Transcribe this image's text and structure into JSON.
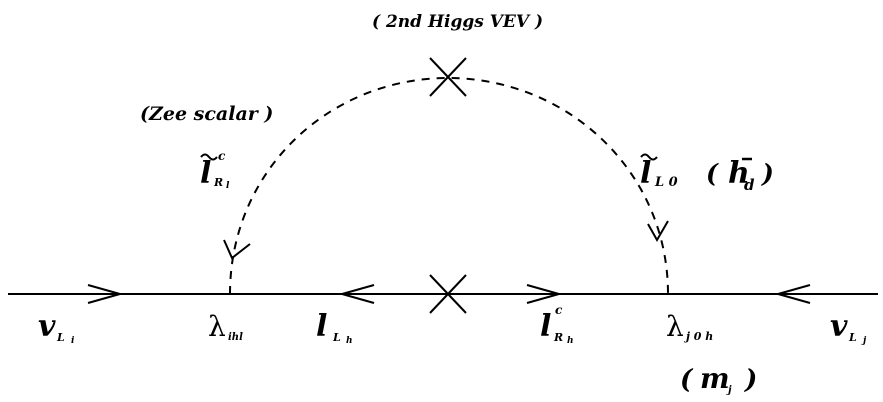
{
  "labels": {
    "vev_note": "( 2nd Higgs VEV )",
    "zee_note": "(Zee scalar )",
    "scalar_left_main": "l",
    "scalar_left_sup": "c",
    "scalar_left_sub": "R",
    "scalar_left_subsub": "l",
    "scalar_right_main": "l",
    "scalar_right_sub": "L 0",
    "hd_open": "(",
    "hd_main": "h",
    "hd_bar": "-",
    "hd_sub": "d",
    "hd_close": ")",
    "nu_left_main": "v",
    "nu_left_sub": "L",
    "nu_left_subsub": "i",
    "lambda_left": "λ",
    "lambda_left_sub": "ihl",
    "lepton_left_main": "l",
    "lepton_left_sub": "L",
    "lepton_left_subsub": "h",
    "lepton_right_main": "l",
    "lepton_right_sup": "c",
    "lepton_right_sub": "R",
    "lepton_right_subsub": "h",
    "lambda_right": "λ",
    "lambda_right_sub": "j 0 h",
    "nu_right_main": "v",
    "nu_right_sub": "L",
    "nu_right_subsub": "j",
    "mass_open": "(",
    "mass_main": "m",
    "mass_sub": "j",
    "mass_close": ")"
  },
  "colors": {
    "line": "#000000",
    "background": "#ffffff"
  }
}
